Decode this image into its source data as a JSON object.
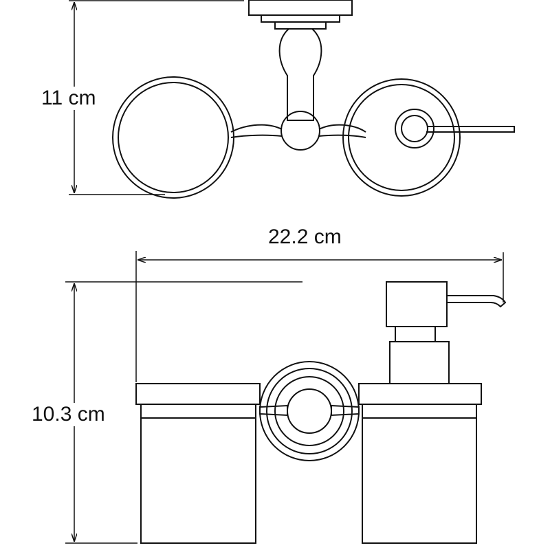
{
  "dimensions": {
    "depth": "11 cm",
    "width": "22.2 cm",
    "height": "10.3 cm"
  },
  "colors": {
    "line": "#111111",
    "background": "#ffffff"
  }
}
